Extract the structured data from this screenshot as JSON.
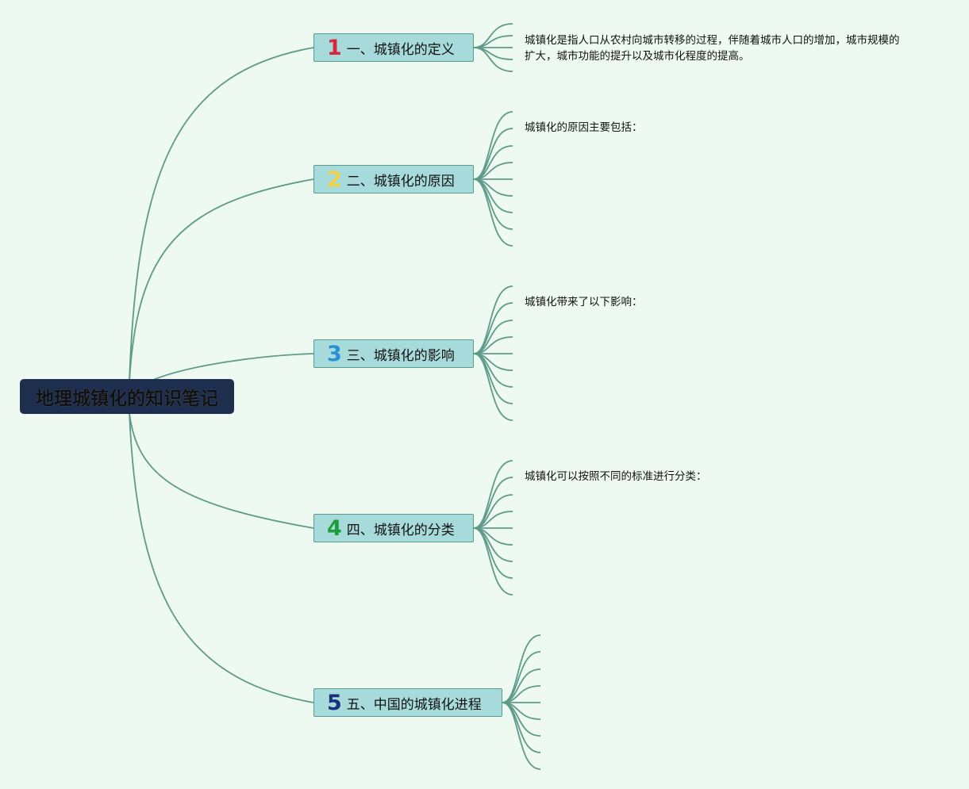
{
  "root": {
    "title": "地理城镇化的知识笔记"
  },
  "branches": [
    {
      "num": "1",
      "label": "一、城镇化的定义",
      "color": "#d7263d",
      "lines": [
        "城镇化是指人口从农村向城市转移的过程，伴随着城市人口的增加，城市规模的",
        "扩大，城市功能的提升以及城市化程度的提高。"
      ]
    },
    {
      "num": "2",
      "label": "二、城镇化的原因",
      "color": "#f2d14a",
      "lines": [
        "城镇化的原因主要包括："
      ]
    },
    {
      "num": "3",
      "label": "三、城镇化的影响",
      "color": "#2b8fd6",
      "lines": [
        "城镇化带来了以下影响："
      ]
    },
    {
      "num": "4",
      "label": "四、城镇化的分类",
      "color": "#1e9e3a",
      "lines": [
        "城镇化可以按照不同的标准进行分类："
      ]
    },
    {
      "num": "5",
      "label": "五、中国的城镇化进程",
      "color": "#1c2f7a",
      "lines": []
    }
  ],
  "style": {
    "line_color": "#5e9a88"
  }
}
